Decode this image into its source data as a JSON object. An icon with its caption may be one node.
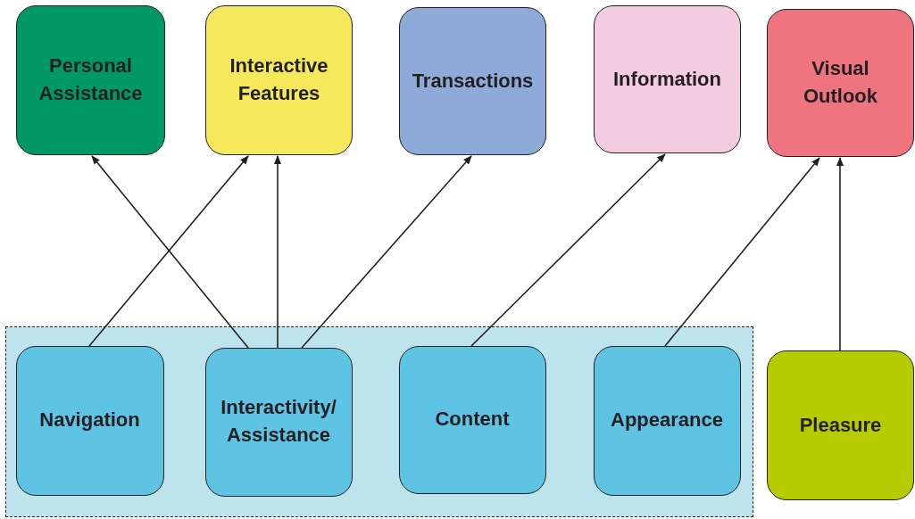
{
  "diagram": {
    "nodes": [
      {
        "text": [
          "Personal Assistance"
        ]
      },
      {
        "text": [
          "Interactive Features"
        ]
      },
      {
        "text": [
          "Transactions"
        ]
      },
      {
        "text": [
          "Information"
        ]
      },
      {
        "text": [
          "Visual Outlook"
        ]
      },
      {
        "text": [],
        "shape": "box"
      },
      {
        "text": [
          "Navigation"
        ],
        "in": 5
      },
      {
        "text": [
          "Interactivity/ Assistance"
        ],
        "in": 5
      },
      {
        "text": [
          "Content"
        ],
        "in": 5
      },
      {
        "text": [
          "Appearance"
        ],
        "in": 5
      },
      {
        "text": [
          "Pleasure"
        ]
      }
    ],
    "edges": [
      {
        "from": 6,
        "to": 1,
        "arrow": "to"
      },
      {
        "from": 7,
        "to": 0,
        "arrow": "to"
      },
      {
        "from": 7,
        "to": 1,
        "arrow": "to"
      },
      {
        "from": 7,
        "to": 2,
        "arrow": "to"
      },
      {
        "from": 8,
        "to": 3,
        "arrow": "to"
      },
      {
        "from": 9,
        "to": 4,
        "arrow": "to"
      },
      {
        "from": 10,
        "to": 4,
        "arrow": "to"
      }
    ]
  }
}
